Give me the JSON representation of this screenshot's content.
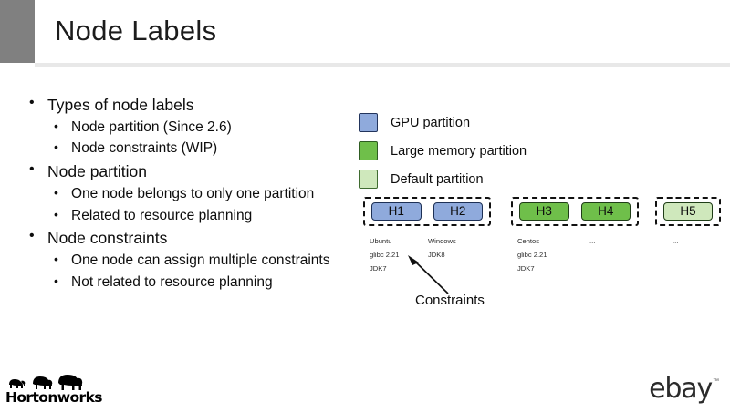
{
  "slide": {
    "title": "Node Labels",
    "accent_color": "#808080",
    "background": "#ffffff"
  },
  "bullets": [
    {
      "level": 1,
      "text": "Types of node labels"
    },
    {
      "level": 2,
      "text": "Node partition (Since 2.6)"
    },
    {
      "level": 2,
      "text": "Node constraints (WIP)"
    },
    {
      "level": 1,
      "text": "Node partition"
    },
    {
      "level": 2,
      "text": "One node belongs to only one partition"
    },
    {
      "level": 2,
      "text": "Related to resource planning"
    },
    {
      "level": 1,
      "text": "Node constraints"
    },
    {
      "level": 2,
      "text": "One node can assign multiple constraints"
    },
    {
      "level": 2,
      "text": "Not related to resource planning"
    }
  ],
  "legend": {
    "items": [
      {
        "label": "GPU partition",
        "color": "#8FAADC",
        "swatch": "blue"
      },
      {
        "label": "Large memory partition",
        "color": "#6FBF4A",
        "swatch": "green"
      },
      {
        "label": "Default partition",
        "color": "#CFE8BC",
        "swatch": "lgreen"
      }
    ]
  },
  "diagram": {
    "groups": [
      {
        "partition": "GPU partition",
        "nodes": [
          {
            "name": "H1",
            "swatch": "blue"
          },
          {
            "name": "H2",
            "swatch": "blue"
          }
        ]
      },
      {
        "partition": "Large memory partition",
        "nodes": [
          {
            "name": "H3",
            "swatch": "green"
          },
          {
            "name": "H4",
            "swatch": "green"
          }
        ]
      },
      {
        "partition": "Default partition",
        "nodes": [
          {
            "name": "H5",
            "swatch": "lgreen"
          }
        ]
      }
    ],
    "constraint_columns": [
      {
        "node": "H1",
        "lines": [
          "Ubuntu",
          "glibc 2.21",
          "JDK7"
        ]
      },
      {
        "node": "H2",
        "lines": [
          "Windows",
          "JDK8"
        ]
      },
      {
        "node": "H3",
        "lines": [
          "Centos",
          "glibc 2.21",
          "JDK7"
        ]
      },
      {
        "node": "H4",
        "lines": [
          "..."
        ]
      },
      {
        "node": "H5",
        "lines": [
          "..."
        ]
      }
    ],
    "annotation": {
      "caption": "Constraints"
    }
  },
  "footer": {
    "left_logo": {
      "wordmark": "Hortonworks",
      "icon": "three-elephants-icon"
    },
    "right_logo": {
      "wordmark": "ebay",
      "trademark": "™"
    }
  }
}
